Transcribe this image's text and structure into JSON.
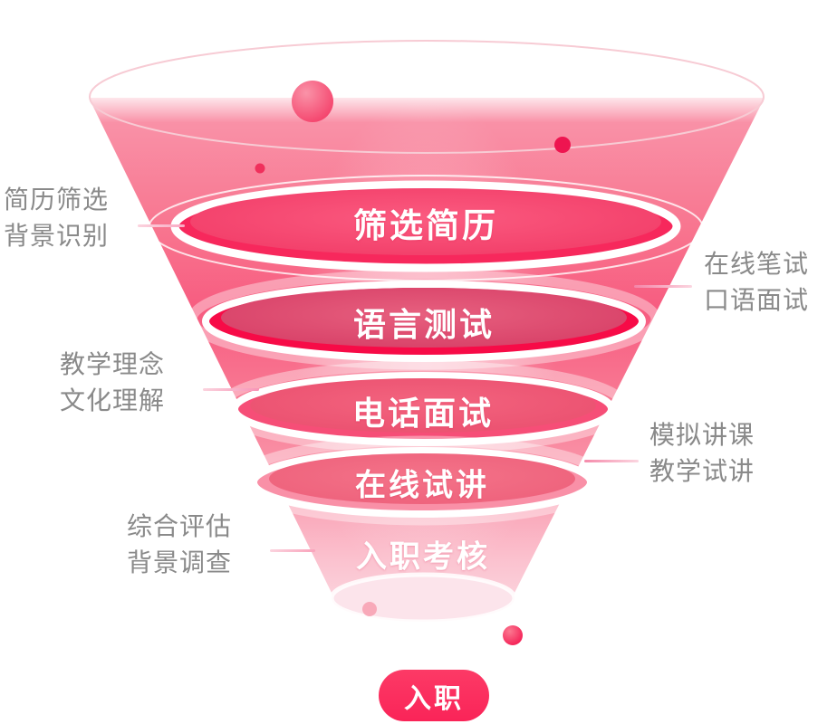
{
  "funnel": {
    "stages": [
      {
        "label": "筛选简历",
        "fill": "#F7285C"
      },
      {
        "label": "语言测试",
        "fill": "#F70B47"
      },
      {
        "label": "电话面试",
        "fill": "#F64E77"
      },
      {
        "label": "在线试讲",
        "fill": "#F990A7"
      },
      {
        "label": "入职考核",
        "fill": "#FBB6C7"
      }
    ],
    "result": {
      "label": "入职",
      "color": "#FB2D5E"
    }
  },
  "annotations": {
    "left": [
      {
        "lines": [
          "简历筛选",
          "背景识别"
        ]
      },
      {
        "lines": [
          "教学理念",
          "文化理解"
        ]
      },
      {
        "lines": [
          "综合评估",
          "背景调查"
        ]
      }
    ],
    "right": [
      {
        "lines": [
          "在线笔试",
          "口语面试"
        ]
      },
      {
        "lines": [
          "模拟讲课",
          "教学试讲"
        ]
      }
    ],
    "text_color": "#8A8A8A"
  }
}
